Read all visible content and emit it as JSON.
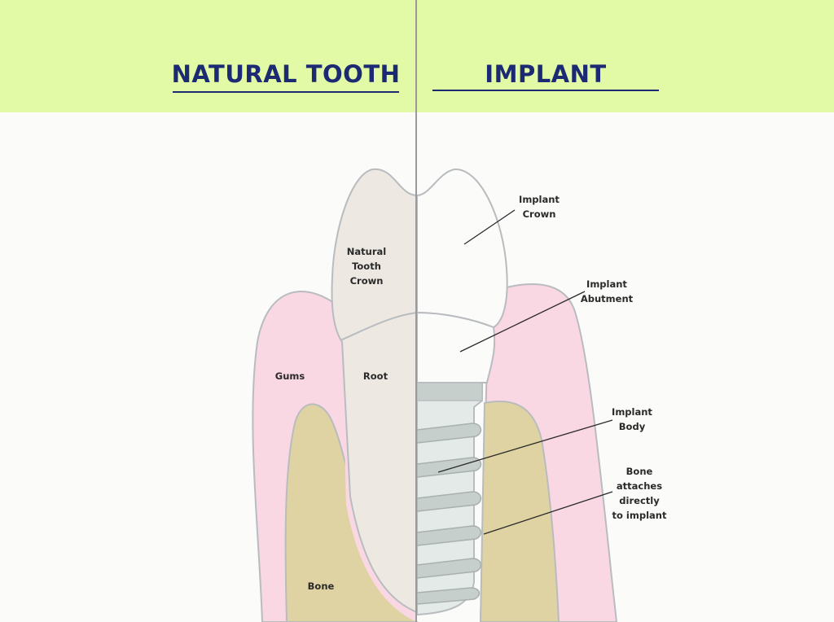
{
  "headings": {
    "natural": "NATURAL TOOTH",
    "implant": "IMPLANT"
  },
  "labels": {
    "natural_crown": [
      "Natural",
      "Tooth",
      "Crown"
    ],
    "root": "Root",
    "gums": "Gums",
    "bone": "Bone",
    "implant_crown": [
      "Implant",
      "Crown"
    ],
    "implant_abutment": [
      "Implant",
      "Abutment"
    ],
    "implant_body": [
      "Implant",
      "Body"
    ],
    "bone_attaches": [
      "Bone",
      "attaches",
      "directly",
      "to implant"
    ]
  },
  "colors": {
    "banner": "#e2f9a6",
    "heading": "#1b2a72",
    "gums": "#f9d8e3",
    "bone": "#e0d3a3",
    "natural_tooth": "#ede9e2",
    "implant_crown": "#fbfbfa",
    "implant_body": "#e4eae8",
    "thread": "#c6cfcc"
  }
}
